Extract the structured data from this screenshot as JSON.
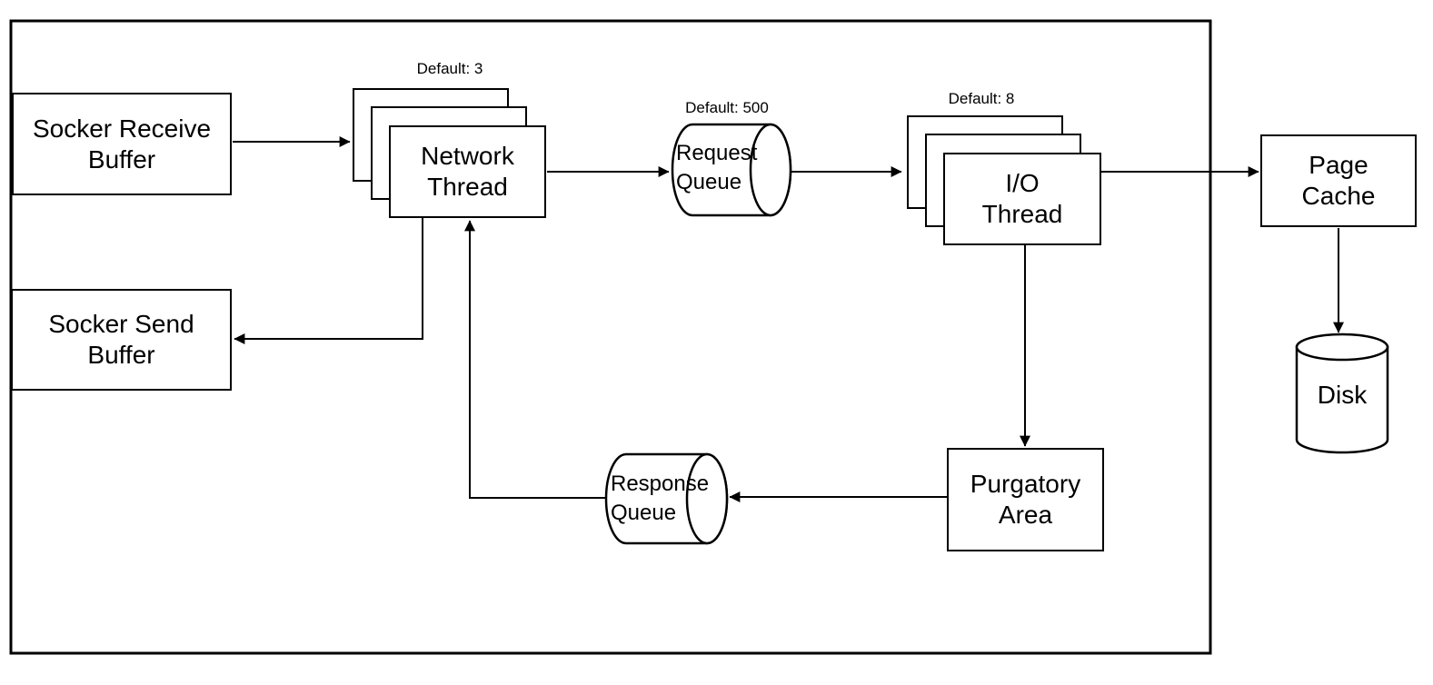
{
  "diagram": {
    "nodes": {
      "socket_receive_buffer": {
        "label": "Socker Receive\nBuffer",
        "shape": "rect"
      },
      "socket_send_buffer": {
        "label": "Socker Send\nBuffer",
        "shape": "rect"
      },
      "network_thread": {
        "label": "Network\nThread",
        "default_label": "Default: 3",
        "shape": "stacked-rect"
      },
      "request_queue": {
        "label": "Request\nQueue",
        "default_label": "Default: 500",
        "shape": "cylinder-horizontal"
      },
      "io_thread": {
        "label": "I/O\nThread",
        "default_label": "Default: 8",
        "shape": "stacked-rect"
      },
      "page_cache": {
        "label": "Page\nCache",
        "shape": "rect"
      },
      "disk": {
        "label": "Disk",
        "shape": "cylinder-vertical"
      },
      "purgatory_area": {
        "label": "Purgatory\nArea",
        "shape": "rect"
      },
      "response_queue": {
        "label": "Response\nQueue",
        "shape": "cylinder-horizontal"
      }
    },
    "edges": [
      {
        "from": "socket_receive_buffer",
        "to": "network_thread"
      },
      {
        "from": "network_thread",
        "to": "request_queue"
      },
      {
        "from": "request_queue",
        "to": "io_thread"
      },
      {
        "from": "io_thread",
        "to": "page_cache"
      },
      {
        "from": "page_cache",
        "to": "disk"
      },
      {
        "from": "io_thread",
        "to": "purgatory_area"
      },
      {
        "from": "purgatory_area",
        "to": "response_queue"
      },
      {
        "from": "response_queue",
        "to": "network_thread"
      },
      {
        "from": "network_thread",
        "to": "socket_send_buffer"
      }
    ],
    "colors": {
      "line": "#000000",
      "background": "#ffffff"
    }
  }
}
